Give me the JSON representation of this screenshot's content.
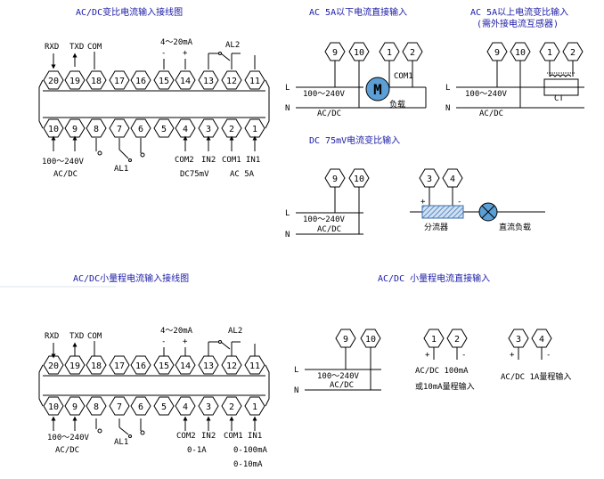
{
  "titles": {
    "top_left": "AC/DC变比电流输入接线图",
    "top_mid": "AC 5A以下电流直接输入",
    "top_right_1": "AC 5A以上电流变比输入",
    "top_right_2": "(需外接电流互感器)",
    "mid_mid": "DC 75mV电流变比输入",
    "bottom_left": "AC/DC小量程电流输入接线图",
    "bottom_right": "AC/DC 小量程电流直接输入"
  },
  "terminals_top": [
    "20",
    "19",
    "18",
    "17",
    "16",
    "15",
    "14",
    "13",
    "12",
    "11"
  ],
  "terminals_bottom": [
    "10",
    "9",
    "8",
    "7",
    "6",
    "5",
    "4",
    "3",
    "2",
    "1"
  ],
  "panel1": {
    "rxd": "RXD",
    "txd": "TXD",
    "com": "COM",
    "ma": "4～20mA",
    "minus": "-",
    "plus": "+",
    "al2": "AL2",
    "al1": "AL1",
    "power": "100～240V",
    "acdc": "AC/DC",
    "com2": "COM2",
    "in2": "IN2",
    "com1": "COM1",
    "in1": "IN1",
    "dc75": "DC75mV",
    "ac5a": "AC 5A"
  },
  "panel2": {
    "rxd": "RXD",
    "txd": "TXD",
    "com": "COM",
    "ma": "4～20mA",
    "minus": "-",
    "plus": "+",
    "al2": "AL2",
    "al1": "AL1",
    "power": "100～240V",
    "acdc": "AC/DC",
    "com2": "COM2",
    "in2": "IN2",
    "com1": "COM1",
    "in1": "IN1",
    "r01a": "0-1A",
    "r0100": "0-100mA",
    "r010": "0-10mA"
  },
  "wiring": {
    "t9": "9",
    "t10": "10",
    "t1": "1",
    "t2": "2",
    "t3": "3",
    "t4": "4",
    "L": "L",
    "N": "N",
    "power": "100～240V",
    "acdc": "AC/DC",
    "motor": "M",
    "com1": "COM1",
    "load": "负载",
    "ct": "CT",
    "plus": "+",
    "minus": "-",
    "shunt": "分流器",
    "dc_load": "直流负载",
    "small1": "AC/DC 100mA",
    "small2": "或10mA量程输入",
    "small3": "AC/DC 1A量程输入"
  }
}
